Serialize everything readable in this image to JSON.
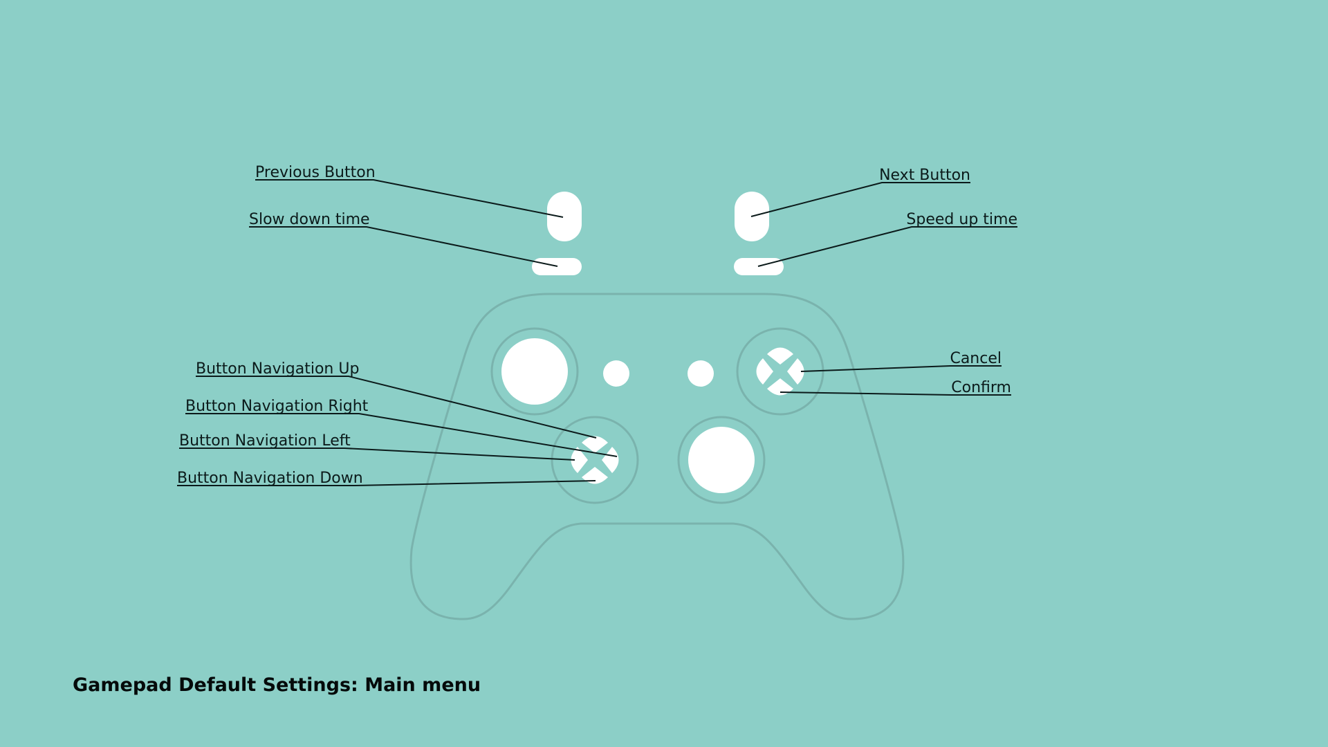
{
  "title": "Gamepad Default Settings: Main menu",
  "labels": {
    "previous_button": "Previous Button",
    "slow_down_time": "Slow down time",
    "next_button": "Next Button",
    "speed_up_time": "Speed up time",
    "nav_up": "Button Navigation Up",
    "nav_right": "Button Navigation Right",
    "nav_left": "Button Navigation Left",
    "nav_down": "Button Navigation Down",
    "cancel": "Cancel",
    "confirm": "Confirm"
  },
  "colors": {
    "background": "#8ccfc7",
    "controller_outline": "#7ab3ad",
    "button_fill": "#ffffff",
    "text": "#0b1a1a"
  }
}
